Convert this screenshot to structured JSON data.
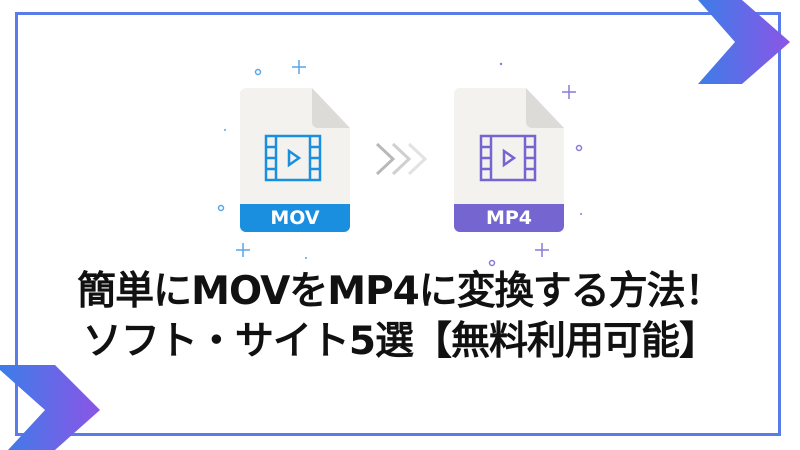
{
  "headline": {
    "line1": "簡単にMOVをMP4に変換する方法！",
    "line2": "ソフト・サイト5選【無料利用可能】"
  },
  "files": {
    "source_label": "MOV",
    "target_label": "MP4"
  },
  "colors": {
    "frame": "#5a7cea",
    "mov": "#1a8fe0",
    "mp4": "#7465d0",
    "gradient_start": "#3c7de8",
    "gradient_end": "#8b55e6"
  }
}
